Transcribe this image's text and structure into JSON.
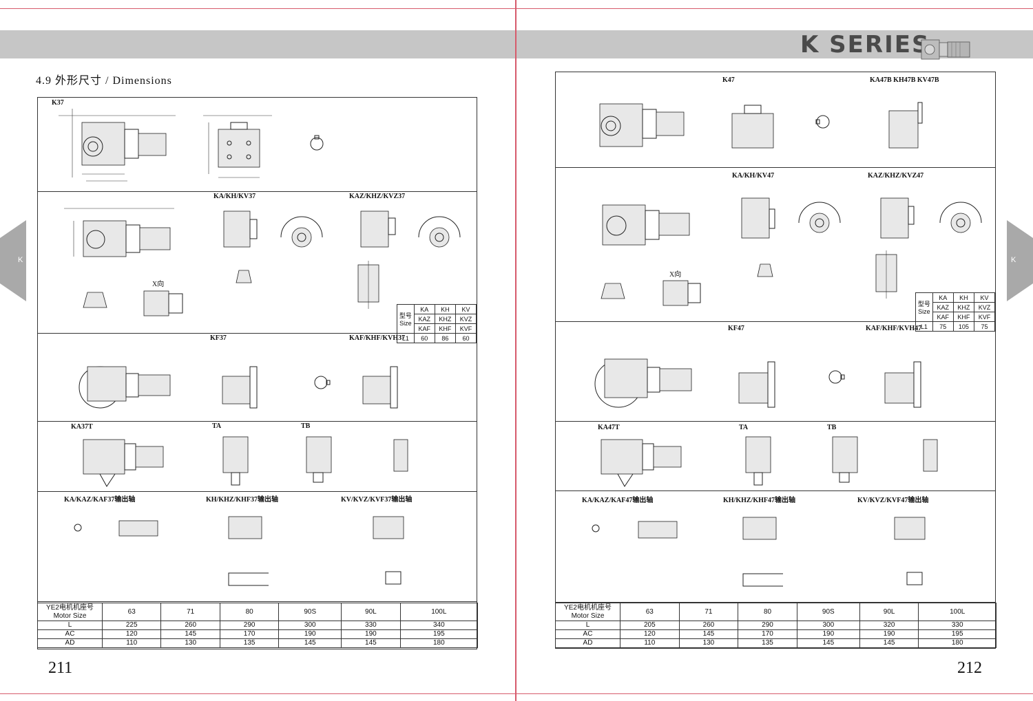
{
  "left": {
    "section_title": "4.9 外形尺寸 / Dimensions",
    "page_number": "211",
    "side_tab": "K",
    "rows": [
      {
        "labels": [
          "K37"
        ]
      },
      {
        "labels": [
          "KA/KH/KV37",
          "KAZ/KHZ/KVZ37",
          "X向"
        ]
      },
      {
        "labels": [
          "KF37",
          "KAF/KHF/KVH37"
        ]
      },
      {
        "labels": [
          "KA37T",
          "TA",
          "TB"
        ]
      },
      {
        "labels": [
          "KA/KAZ/KAF37输出轴",
          "KH/KHZ/KHF37输出轴",
          "KV/KVZ/KVF37输出轴"
        ]
      }
    ],
    "size_table": {
      "header": [
        "型号 Size",
        "KA",
        "KH",
        "KV"
      ],
      "rows": [
        [
          "",
          "KAZ",
          "KHZ",
          "KVZ"
        ],
        [
          "",
          "KAF",
          "KHF",
          "KVF"
        ],
        [
          "L1",
          "60",
          "86",
          "60"
        ]
      ]
    },
    "motor_table": {
      "header_label_cn": "YE2电机机座号",
      "header_label_en": "Motor Size",
      "columns": [
        "63",
        "71",
        "80",
        "90S",
        "90L",
        "100L"
      ],
      "rows": [
        {
          "label": "L",
          "values": [
            "225",
            "260",
            "290",
            "300",
            "330",
            "340"
          ]
        },
        {
          "label": "AC",
          "values": [
            "120",
            "145",
            "170",
            "190",
            "190",
            "195"
          ]
        },
        {
          "label": "AD",
          "values": [
            "110",
            "130",
            "135",
            "145",
            "145",
            "180"
          ]
        }
      ]
    }
  },
  "right": {
    "series_title": "K SERIES",
    "page_number": "212",
    "side_tab": "K",
    "rows": [
      {
        "labels": [
          "K47",
          "KA47B KH47B KV47B"
        ]
      },
      {
        "labels": [
          "KA/KH/KV47",
          "KAZ/KHZ/KVZ47",
          "X向"
        ]
      },
      {
        "labels": [
          "KF47",
          "KAF/KHF/KVH47"
        ]
      },
      {
        "labels": [
          "KA47T",
          "TA",
          "TB"
        ]
      },
      {
        "labels": [
          "KA/KAZ/KAF47输出轴",
          "KH/KHZ/KHF47输出轴",
          "KV/KVZ/KVF47输出轴"
        ]
      }
    ],
    "size_table": {
      "header": [
        "型号 Size",
        "KA",
        "KH",
        "KV"
      ],
      "rows": [
        [
          "",
          "KAZ",
          "KHZ",
          "KVZ"
        ],
        [
          "",
          "KAF",
          "KHF",
          "KVF"
        ],
        [
          "L1",
          "75",
          "105",
          "75"
        ]
      ]
    },
    "motor_table": {
      "header_label_cn": "YE2电机机座号",
      "header_label_en": "Motor Size",
      "columns": [
        "63",
        "71",
        "80",
        "90S",
        "90L",
        "100L"
      ],
      "rows": [
        {
          "label": "L",
          "values": [
            "205",
            "260",
            "290",
            "300",
            "320",
            "330"
          ]
        },
        {
          "label": "AC",
          "values": [
            "120",
            "145",
            "170",
            "190",
            "190",
            "195"
          ]
        },
        {
          "label": "AD",
          "values": [
            "110",
            "130",
            "135",
            "145",
            "145",
            "180"
          ]
        }
      ]
    }
  },
  "colors": {
    "header_bar": "#c6c6c6",
    "fold_line": "#d65a6b",
    "series_title": "#4a4a4a",
    "side_tab": "#a9a9a9"
  }
}
